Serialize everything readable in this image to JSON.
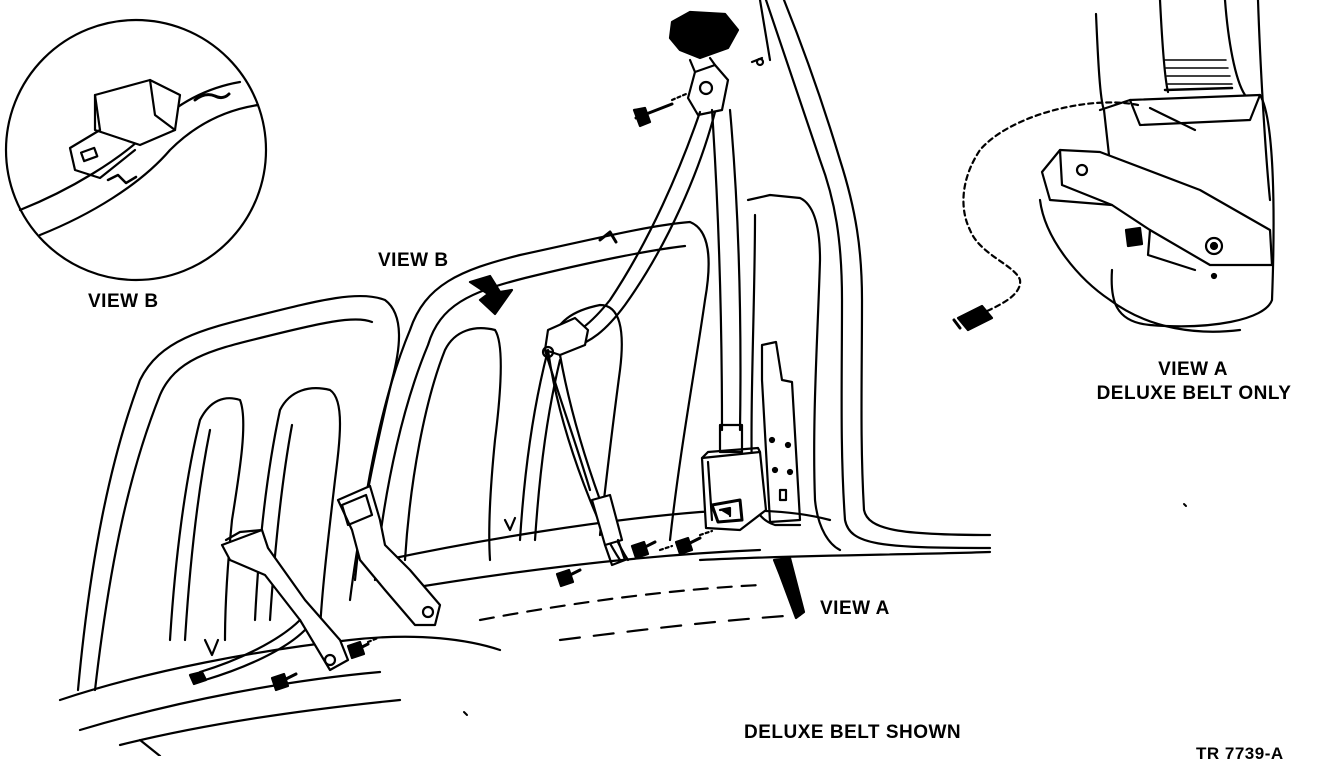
{
  "labels": {
    "view_b_inset": "VIEW B",
    "view_b_main": "VIEW B",
    "view_a_main": "VIEW A",
    "view_a_inset_line1": "VIEW A",
    "view_a_inset_line2": "DELUXE BELT ONLY",
    "caption": "DELUXE BELT SHOWN",
    "figure_code": "TR 7739-A"
  },
  "colors": {
    "ink": "#000000",
    "paper": "#ffffff"
  }
}
